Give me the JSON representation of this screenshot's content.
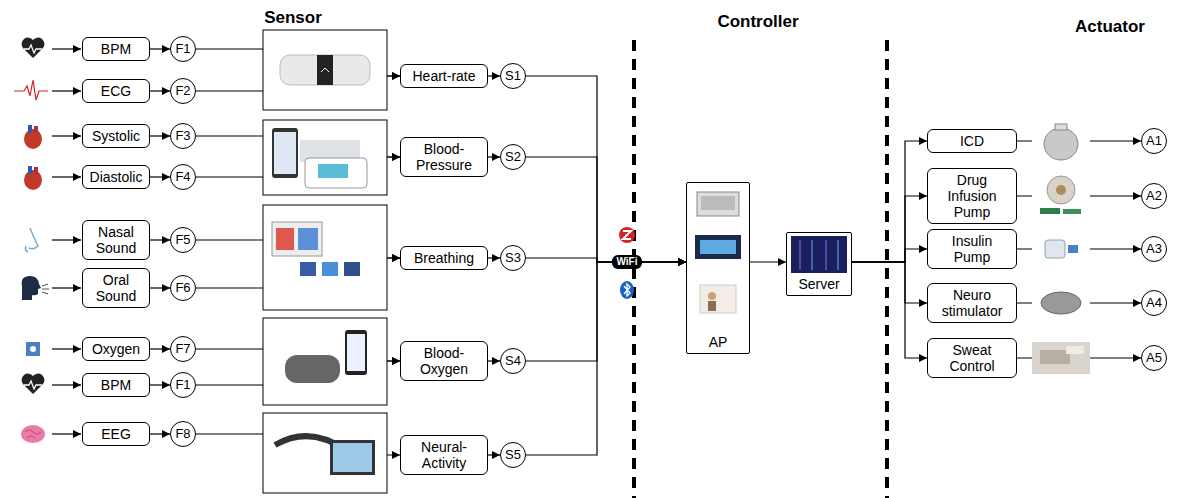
{
  "diagram": {
    "nodes": [
      {
        "text": [
          "BPM"
        ]
      },
      {
        "text": [
          "F1"
        ]
      },
      {
        "text": [
          "ECG"
        ]
      },
      {
        "text": [
          "F2"
        ]
      },
      {
        "text": [
          "Systolic"
        ]
      },
      {
        "text": [
          "F3"
        ]
      },
      {
        "text": [
          "Diastolic"
        ]
      },
      {
        "text": [
          "F4"
        ]
      },
      {
        "text": [
          "Nasal Sound"
        ]
      },
      {
        "text": [
          "F5"
        ]
      },
      {
        "text": [
          "Oral Sound"
        ]
      },
      {
        "text": [
          "F6"
        ]
      },
      {
        "text": [
          "Oxygen"
        ]
      },
      {
        "text": [
          "F7"
        ]
      },
      {
        "text": [
          "BPM"
        ]
      },
      {
        "text": [
          "F1"
        ]
      },
      {
        "text": [
          "EEG"
        ]
      },
      {
        "text": [
          "F8"
        ]
      },
      {
        "text": [
          "Heart-rate"
        ]
      },
      {
        "text": [
          "S1"
        ]
      },
      {
        "text": [
          "Blood-Pressure"
        ]
      },
      {
        "text": [
          "S2"
        ]
      },
      {
        "text": [
          "Breathing"
        ]
      },
      {
        "text": [
          "S3"
        ]
      },
      {
        "text": [
          "Blood-Oxygen"
        ]
      },
      {
        "text": [
          "S4"
        ]
      },
      {
        "text": [
          "Neural-Activity"
        ]
      },
      {
        "text": [
          "S5"
        ]
      },
      {
        "text": [
          "AP"
        ]
      },
      {
        "text": [
          "Server"
        ]
      },
      {
        "text": [
          "ICD"
        ]
      },
      {
        "text": [
          "A1"
        ]
      },
      {
        "text": [
          "Drug Infusion Pump"
        ]
      },
      {
        "text": [
          "A2"
        ]
      },
      {
        "text": [
          "Insulin Pump"
        ]
      },
      {
        "text": [
          "A3"
        ]
      },
      {
        "text": [
          "Neuro stimulator"
        ]
      },
      {
        "text": [
          "A4"
        ]
      },
      {
        "text": [
          "Sweat Control"
        ]
      },
      {
        "text": [
          "A5"
        ]
      }
    ],
    "edges": [
      {
        "from": 0,
        "to": 1,
        "arrow": "to"
      },
      {
        "from": 2,
        "to": 3,
        "arrow": "to"
      },
      {
        "from": 4,
        "to": 5,
        "arrow": "to"
      },
      {
        "from": 6,
        "to": 7,
        "arrow": "to"
      },
      {
        "from": 8,
        "to": 9,
        "arrow": "to"
      },
      {
        "from": 10,
        "to": 11,
        "arrow": "to"
      },
      {
        "from": 12,
        "to": 13,
        "arrow": "to"
      },
      {
        "from": 14,
        "to": 15,
        "arrow": "to"
      },
      {
        "from": 16,
        "to": 17,
        "arrow": "to"
      },
      {
        "from": 1,
        "to": 18,
        "arrow": "to"
      },
      {
        "from": 3,
        "to": 18,
        "arrow": "to"
      },
      {
        "from": 5,
        "to": 20,
        "arrow": "to"
      },
      {
        "from": 7,
        "to": 20,
        "arrow": "to"
      },
      {
        "from": 9,
        "to": 22,
        "arrow": "to"
      },
      {
        "from": 11,
        "to": 22,
        "arrow": "to"
      },
      {
        "from": 13,
        "to": 24,
        "arrow": "to"
      },
      {
        "from": 15,
        "to": 24,
        "arrow": "to"
      },
      {
        "from": 17,
        "to": 26,
        "arrow": "to"
      },
      {
        "from": 18,
        "to": 19,
        "arrow": "to"
      },
      {
        "from": 20,
        "to": 21,
        "arrow": "to"
      },
      {
        "from": 22,
        "to": 23,
        "arrow": "to"
      },
      {
        "from": 24,
        "to": 25,
        "arrow": "to"
      },
      {
        "from": 26,
        "to": 27,
        "arrow": "to"
      },
      {
        "from": 19,
        "to": 28,
        "arrow": "to"
      },
      {
        "from": 21,
        "to": 28,
        "arrow": "to"
      },
      {
        "from": 23,
        "to": 28,
        "arrow": "to"
      },
      {
        "from": 25,
        "to": 28,
        "arrow": "to"
      },
      {
        "from": 27,
        "to": 28,
        "arrow": "to"
      },
      {
        "from": 28,
        "to": 29,
        "arrow": "to"
      },
      {
        "from": 29,
        "to": 30,
        "arrow": "to"
      },
      {
        "from": 29,
        "to": 32,
        "arrow": "to"
      },
      {
        "from": 29,
        "to": 34,
        "arrow": "to"
      },
      {
        "from": 29,
        "to": 36,
        "arrow": "to"
      },
      {
        "from": 29,
        "to": 38,
        "arrow": "to"
      },
      {
        "from": 30,
        "to": 31,
        "arrow": "to"
      },
      {
        "from": 32,
        "to": 33,
        "arrow": "to"
      },
      {
        "from": 34,
        "to": 35,
        "arrow": "to"
      },
      {
        "from": 36,
        "to": 37,
        "arrow": "to"
      },
      {
        "from": 38,
        "to": 39,
        "arrow": "to"
      }
    ],
    "labels": [
      "Sensor",
      "Controller",
      "Actuator",
      "WiFi"
    ]
  }
}
